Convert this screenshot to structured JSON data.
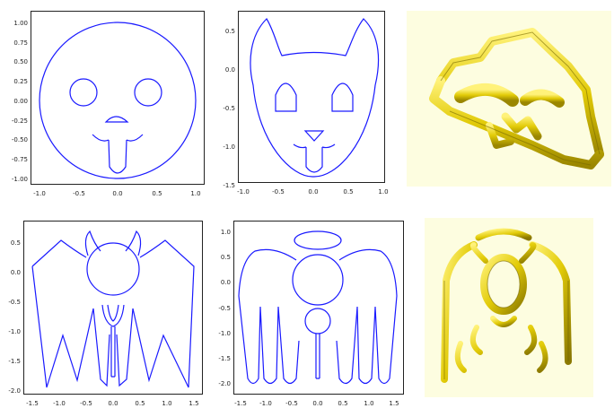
{
  "panels": {
    "face": {
      "xticks": [
        "-1.0",
        "-0.5",
        "0.0",
        "0.5",
        "1.0"
      ],
      "yticks": [
        "1.00",
        "0.75",
        "0.50",
        "0.25",
        "0.00",
        "-0.25",
        "-0.50",
        "-0.75",
        "-1.00"
      ]
    },
    "cat": {
      "xticks": [
        "-1.0",
        "-0.5",
        "0.0",
        "0.5",
        "1.0"
      ],
      "yticks": [
        "0.5",
        "0.0",
        "-0.5",
        "-1.0",
        "-1.5"
      ]
    },
    "devil": {
      "xticks": [
        "-1.5",
        "-1.0",
        "-0.5",
        "0.0",
        "0.5",
        "1.0",
        "1.5"
      ],
      "yticks": [
        "0.5",
        "0.0",
        "-0.5",
        "-1.0",
        "-1.5",
        "-2.0"
      ]
    },
    "angel": {
      "xticks": [
        "-1.5",
        "-1.0",
        "-0.5",
        "0.0",
        "0.5",
        "1.0",
        "1.5"
      ],
      "yticks": [
        "1.0",
        "0.5",
        "0.0",
        "-0.5",
        "-1.0",
        "-1.5",
        "-2.0"
      ]
    }
  },
  "colors": {
    "curve": "#1a1aff",
    "render_bg": "#fdfde0",
    "gold": "#e8d20a",
    "gold_dark": "#8a7a00"
  },
  "renders": [
    "ring-3d-render",
    "angel-pendant-3d-render"
  ]
}
